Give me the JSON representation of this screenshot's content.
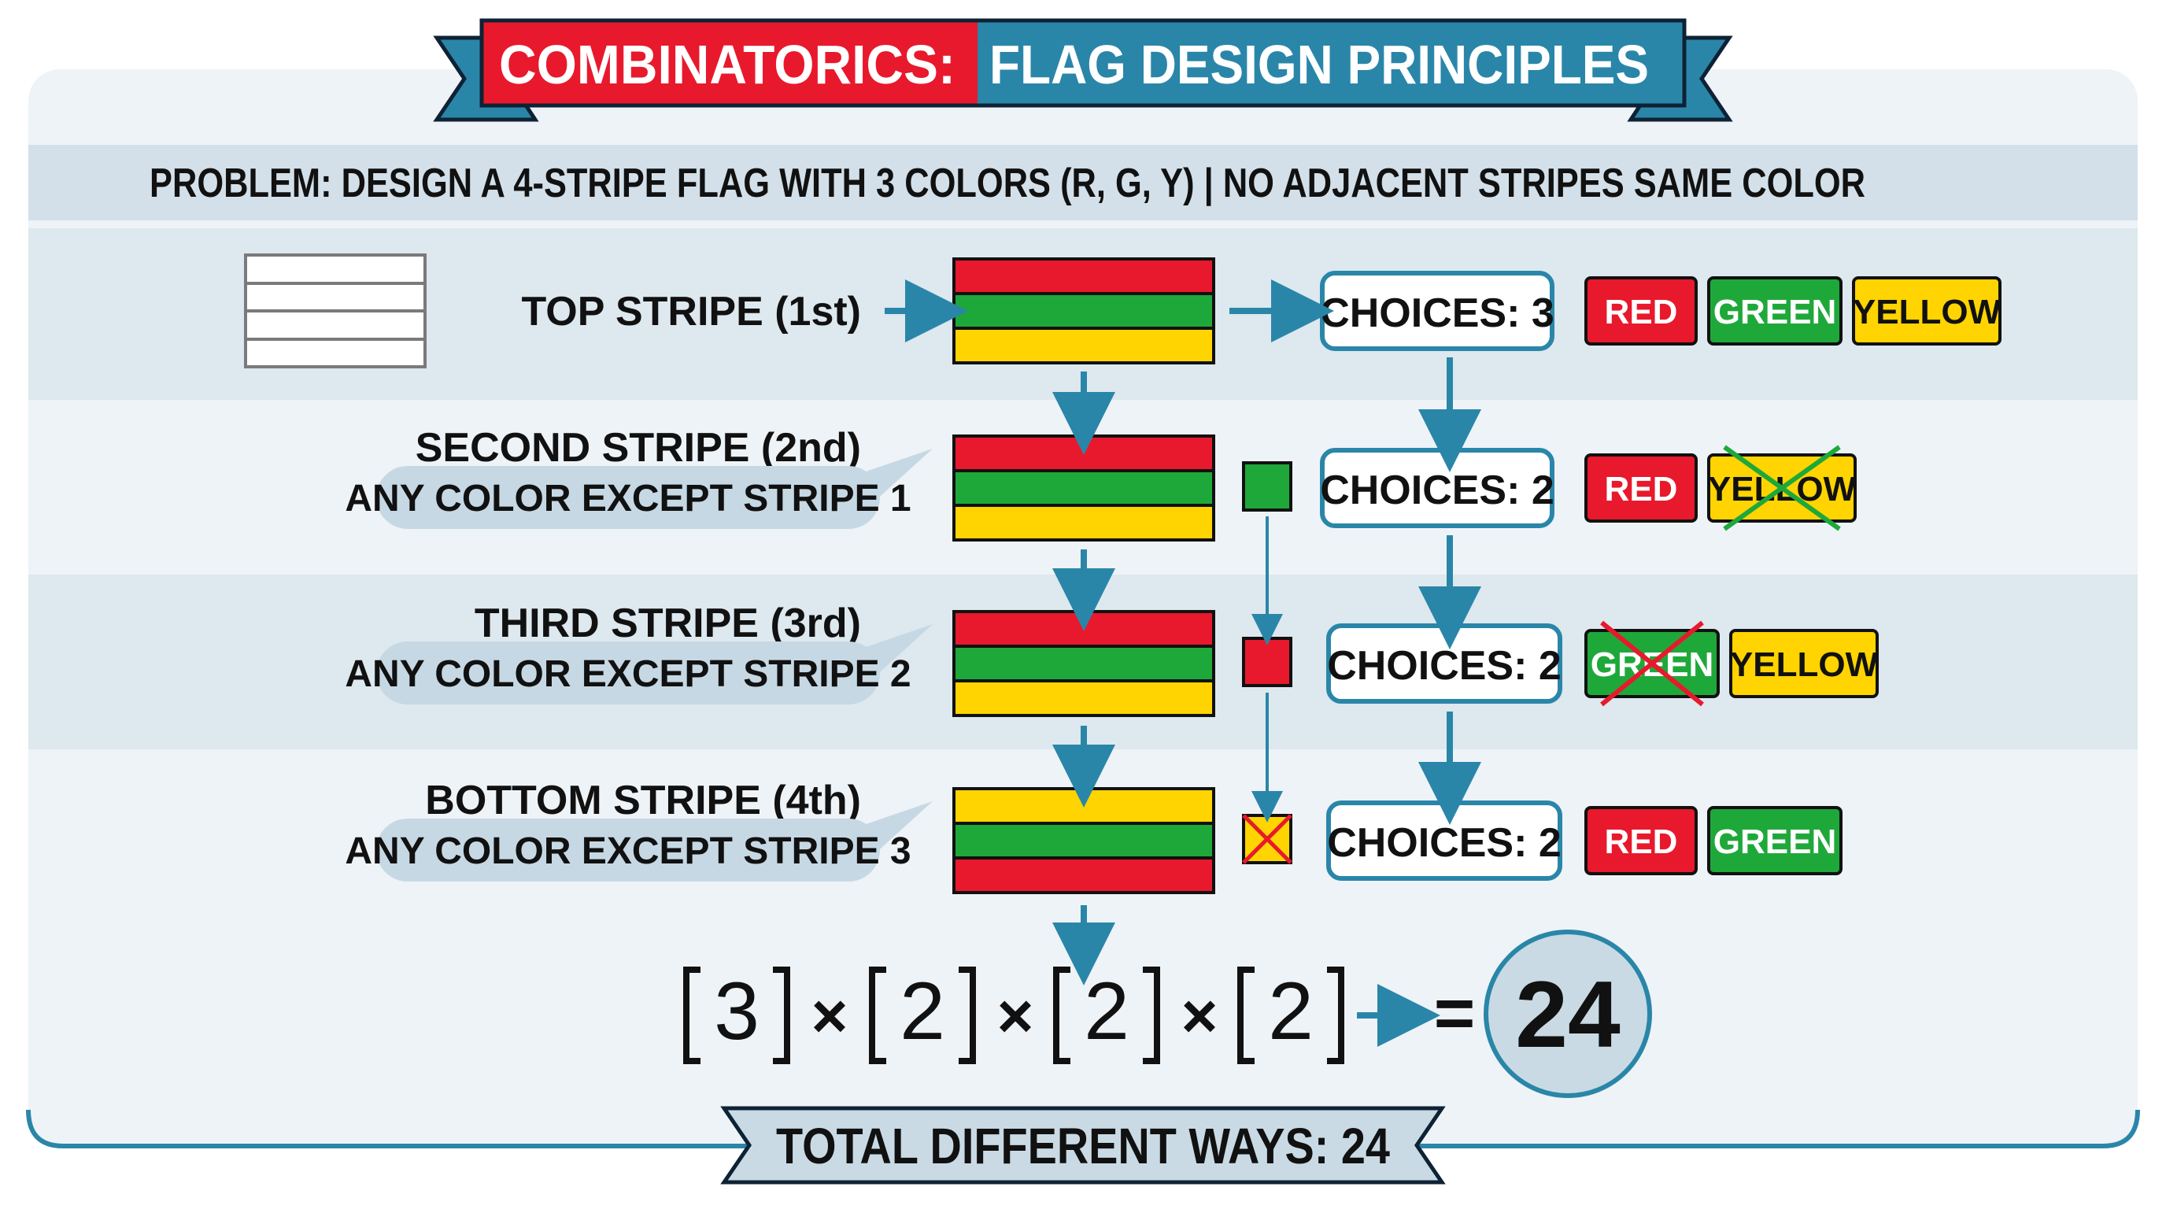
{
  "title": {
    "left": "COMBINATORICS:",
    "right": "FLAG DESIGN PRINCIPLES"
  },
  "problem": "PROBLEM: DESIGN A 4-STRIPE FLAG WITH 3 COLORS (R, G, Y)  |  NO ADJACENT STRIPES SAME COLOR",
  "colors": {
    "red": "#e8192c",
    "green": "#1fa83a",
    "yellow": "#ffd400",
    "teal": "#2a86a8",
    "band": "#d8e4ec",
    "panel": "#eef3f7"
  },
  "rows": [
    {
      "label": "TOP STRIPE (1st)",
      "note": "",
      "flag": [
        "red",
        "green",
        "yellow"
      ],
      "prev_marker": "",
      "choices": "CHOICES: 3",
      "options": [
        {
          "text": "RED",
          "color": "red",
          "crossed": false
        },
        {
          "text": "GREEN",
          "color": "green",
          "crossed": false
        },
        {
          "text": "YELLOW",
          "color": "yellow",
          "crossed": false
        }
      ]
    },
    {
      "label": "SECOND STRIPE (2nd)",
      "note": "ANY COLOR EXCEPT STRIPE 1",
      "flag": [
        "red",
        "green",
        "yellow"
      ],
      "prev_marker": "green",
      "choices": "CHOICES: 2",
      "options": [
        {
          "text": "RED",
          "color": "red",
          "crossed": false
        },
        {
          "text": "YELLOW",
          "color": "yellow",
          "crossed": true
        }
      ]
    },
    {
      "label": "THIRD STRIPE (3rd)",
      "note": "ANY COLOR EXCEPT STRIPE 2",
      "flag": [
        "red",
        "green",
        "yellow"
      ],
      "prev_marker": "red",
      "choices": "CHOICES: 2",
      "options": [
        {
          "text": "GREEN",
          "color": "green",
          "crossed": true
        },
        {
          "text": "YELLOW",
          "color": "yellow",
          "crossed": false
        }
      ]
    },
    {
      "label": "BOTTOM STRIPE (4th)",
      "note": "ANY COLOR EXCEPT STRIPE 3",
      "flag": [
        "yellow",
        "green",
        "red"
      ],
      "prev_marker": "yellow-crossed",
      "choices": "CHOICES: 2",
      "options": [
        {
          "text": "RED",
          "color": "red",
          "crossed": false
        },
        {
          "text": "GREEN",
          "color": "green",
          "crossed": false
        }
      ]
    }
  ],
  "equation": {
    "factors": [
      "3",
      "2",
      "2",
      "2"
    ],
    "times": "×",
    "equals": "=",
    "result": "24"
  },
  "total": "TOTAL DIFFERENT WAYS: 24"
}
